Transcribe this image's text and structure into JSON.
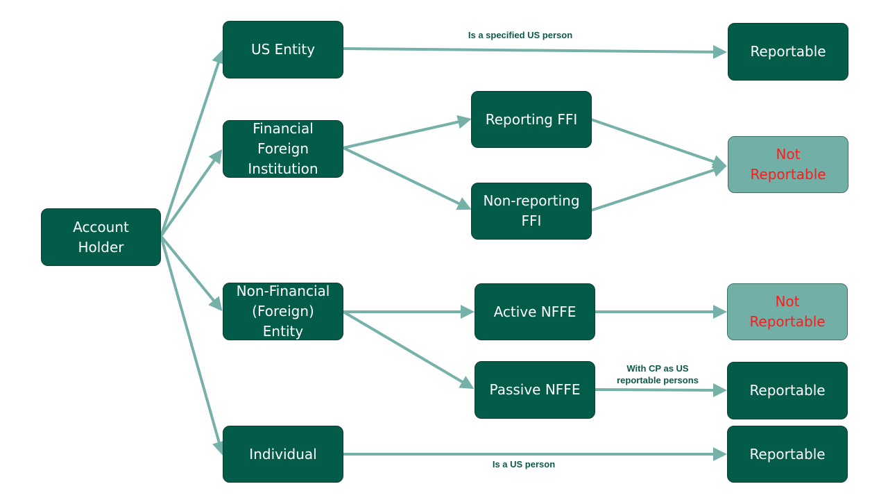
{
  "nodes": {
    "account_holder": "Account\nHolder",
    "us_entity": "US Entity",
    "ffi": "Financial\nForeign\nInstitution",
    "nfe": "Non-Financial\n(Foreign)\nEntity",
    "individual": "Individual",
    "reporting_ffi": "Reporting FFI",
    "non_reporting_ffi": "Non-reporting\nFFI",
    "active_nffe": "Active NFFE",
    "passive_nffe": "Passive NFFE",
    "reportable_us": "Reportable",
    "not_reportable_ffi": "Not\nReportable",
    "not_reportable_active": "Not\nReportable",
    "reportable_passive": "Reportable",
    "reportable_individual": "Reportable"
  },
  "edge_labels": {
    "us_entity": "Is a specified US person",
    "passive": "With CP as US\nreportable persons",
    "individual": "Is a US person"
  },
  "colors": {
    "node_dark": "#035c4a",
    "node_light": "#72afa6",
    "not_reportable_text": "#ff1a1a",
    "arrow": "#75b1a8",
    "label_text": "#0b5947"
  }
}
